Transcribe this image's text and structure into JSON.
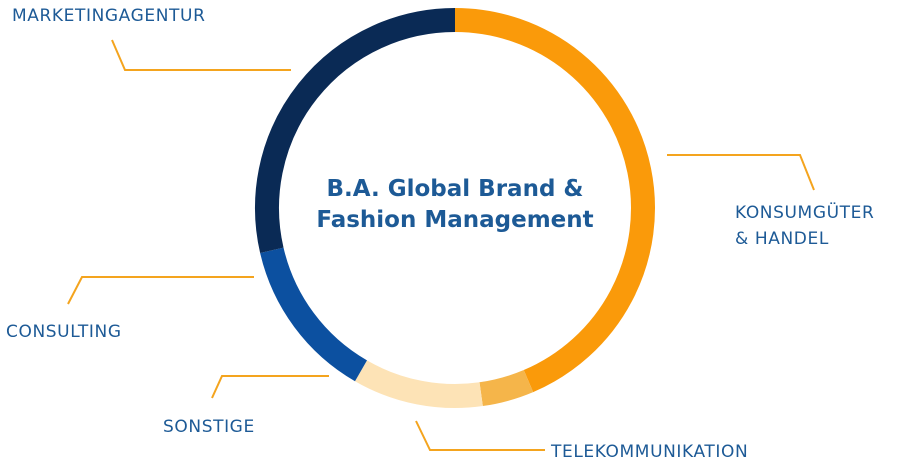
{
  "chart_data": {
    "type": "pie",
    "style": "donut",
    "center_title": [
      "B.A. Global Brand &",
      "Fashion Management"
    ],
    "segments": [
      {
        "label": [
          "KONSUMGÜTER",
          "& HANDEL"
        ],
        "color": "#fa9a0a",
        "start_deg": 0,
        "end_deg": 157
      },
      {
        "label": [
          "TELEKOMMUNIKATION"
        ],
        "color": "#f5b54a",
        "start_deg": 157,
        "end_deg": 172
      },
      {
        "label": [
          "SONSTIGE"
        ],
        "color": "#fde3b6",
        "start_deg": 172,
        "end_deg": 210
      },
      {
        "label": [
          "CONSULTING"
        ],
        "color": "#0c50a0",
        "start_deg": 210,
        "end_deg": 257
      },
      {
        "label": [
          "MARKETINGAGENTUR"
        ],
        "color": "#0a2a55",
        "start_deg": 257,
        "end_deg": 360
      }
    ],
    "legend": "none",
    "grid": false
  }
}
